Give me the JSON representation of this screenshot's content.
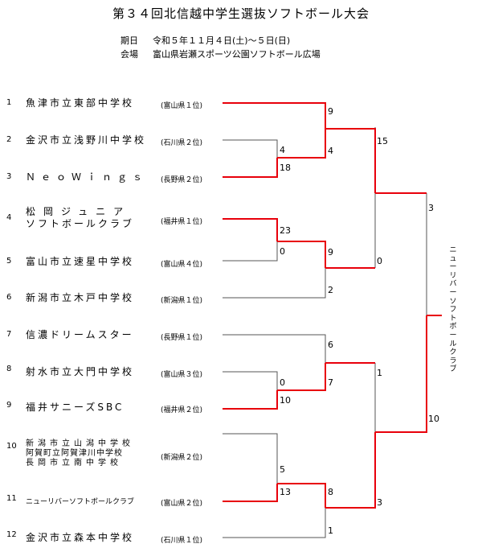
{
  "title": "第３４回北信越中学生選抜ソフトボール大会",
  "period": {
    "label": "期日",
    "value": "令和５年１１月４日(土)～５日(日)"
  },
  "venue": {
    "label": "会場",
    "value": "富山県岩瀬スポーツ公園ソフトボール広場"
  },
  "teams": [
    {
      "seed": "1",
      "lines": [
        "魚津市立東部中学校"
      ],
      "pref": "(富山県１位)"
    },
    {
      "seed": "2",
      "lines": [
        "金沢市立浅野川中学校"
      ],
      "pref": "(石川県２位)"
    },
    {
      "seed": "3",
      "lines": [
        "ＮｅｏＷｉｎｇｓ"
      ],
      "pref": "(長野県２位)"
    },
    {
      "seed": "4",
      "lines": [
        "松岡ジュニア",
        "ソフトボールクラブ"
      ],
      "pref": "(福井県１位)"
    },
    {
      "seed": "5",
      "lines": [
        "富山市立速星中学校"
      ],
      "pref": "(富山県４位)"
    },
    {
      "seed": "6",
      "lines": [
        "新潟市立木戸中学校"
      ],
      "pref": "(新潟県１位)"
    },
    {
      "seed": "7",
      "lines": [
        "信濃ドリームスター"
      ],
      "pref": "(長野県１位)"
    },
    {
      "seed": "8",
      "lines": [
        "射水市立大門中学校"
      ],
      "pref": "(富山県３位)"
    },
    {
      "seed": "9",
      "lines": [
        "福井サニーズSBC"
      ],
      "pref": "(福井県２位)"
    },
    {
      "seed": "10",
      "lines": [
        "新潟市立山潟中学校",
        "阿賀町立阿賀津川中学校",
        "長岡市立南中学校"
      ],
      "pref": "(新潟県２位)"
    },
    {
      "seed": "11",
      "lines": [
        "ニューリバーソフトボールクラブ"
      ],
      "pref": "(富山県２位)"
    },
    {
      "seed": "12",
      "lines": [
        "金沢市立森本中学校"
      ],
      "pref": "(石川県１位)"
    }
  ],
  "scores": {
    "r1_a_top": "4",
    "r1_a_bot": "18",
    "r1_b_top": "23",
    "r1_b_bot": "0",
    "r1_c_top": "0",
    "r1_c_bot": "10",
    "r1_d_top": "5",
    "r1_d_bot": "13",
    "qf_a_top": "9",
    "qf_a_bot": "4",
    "qf_b_top": "9",
    "qf_b_bot": "2",
    "qf_c_top": "6",
    "qf_c_bot": "7",
    "qf_d_top": "8",
    "qf_d_bot": "1",
    "sf_a_top": "15",
    "sf_a_bot": "0",
    "sf_b_top": "1",
    "sf_b_bot": "3",
    "final_top": "3",
    "final_bot": "10"
  },
  "champion": "ニューリバーソフトボールクラブ",
  "colors": {
    "win": "#e8000b",
    "lose": "#555555"
  }
}
